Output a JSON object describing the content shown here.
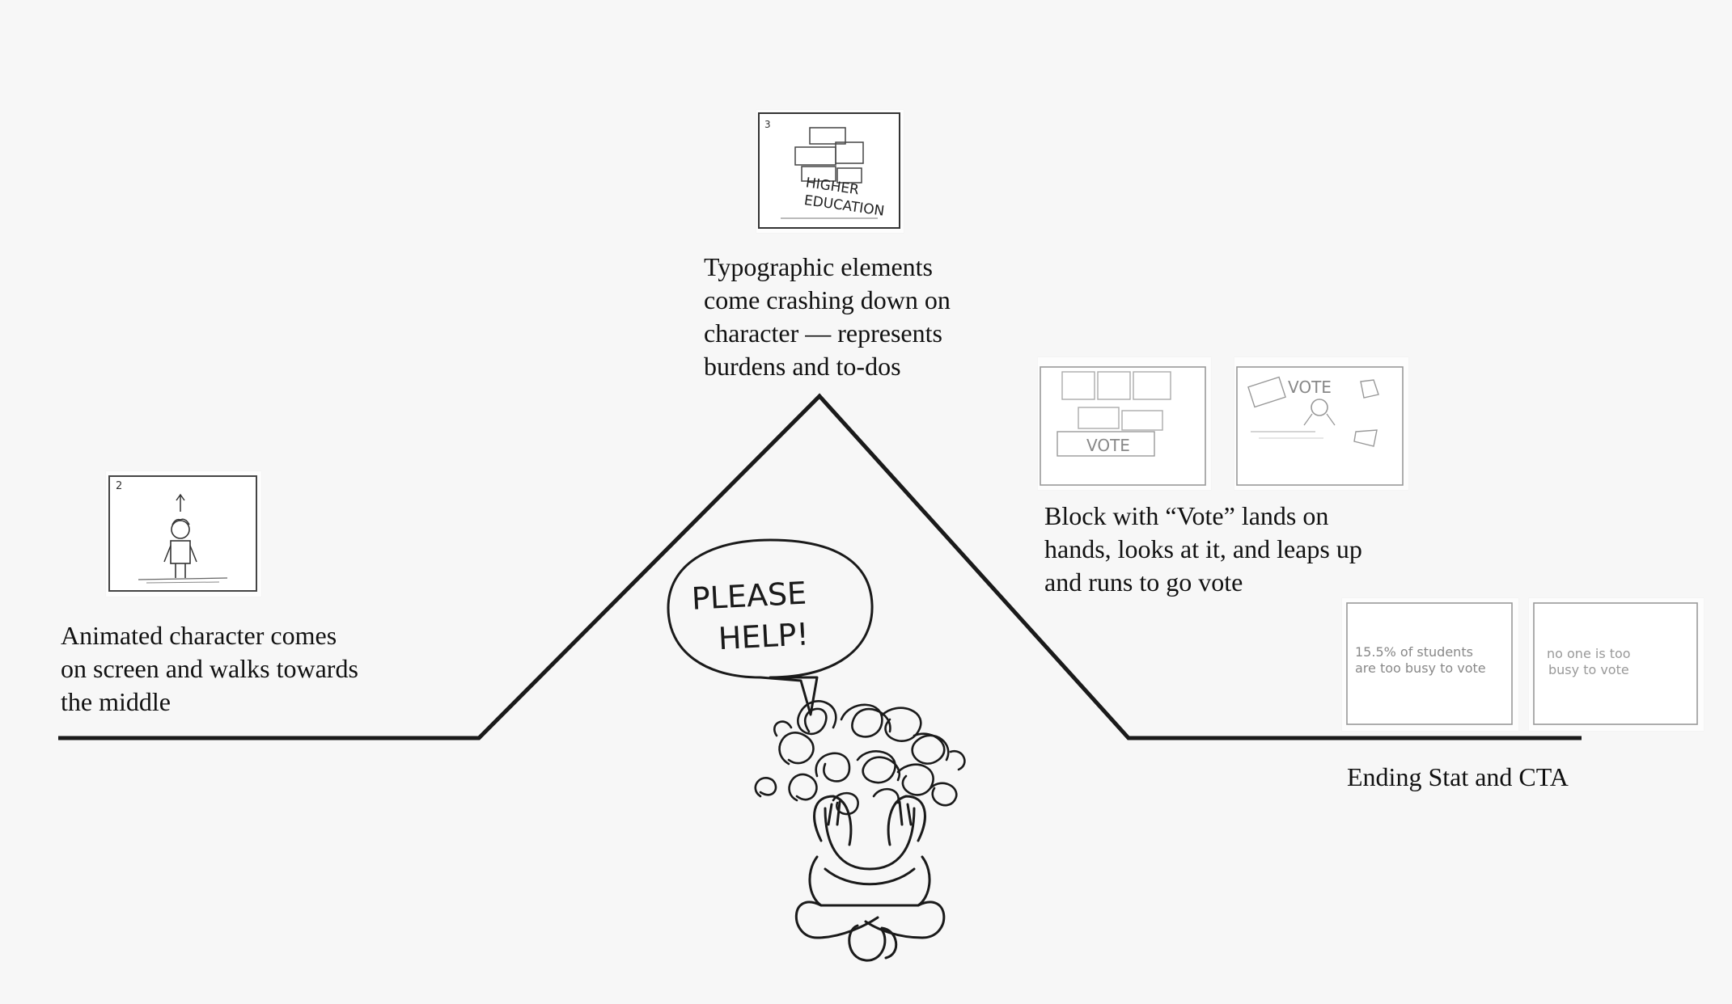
{
  "stages": {
    "start": {
      "caption_lines": [
        "Animated character comes",
        "on screen and walks towards",
        "the middle"
      ],
      "sketch_number": "2"
    },
    "peak": {
      "caption_lines": [
        "Typographic elements",
        "come crashing down on",
        "character — represents",
        "burdens and to-dos"
      ],
      "sketch_number": "3",
      "sketch_text": [
        "HIGHER",
        "EDUCATION"
      ]
    },
    "resolution": {
      "caption_lines": [
        "Block with “Vote” lands on",
        "hands, looks at it, and leaps up",
        "and runs to go vote"
      ],
      "sketch_a_text": "VOTE",
      "sketch_b_text": "VOTE"
    },
    "end": {
      "caption": "Ending Stat and CTA",
      "stat_lines": [
        "15.5% of students",
        "are too busy to vote"
      ],
      "cta_lines": [
        "no one is too",
        "busy to vote"
      ]
    }
  },
  "illustration": {
    "speech_bubble_lines": [
      "PLEASE",
      "HELP!"
    ]
  },
  "colors": {
    "background": "#f7f7f7",
    "line": "#1a1a1a",
    "sketch_stroke": "#555555"
  }
}
